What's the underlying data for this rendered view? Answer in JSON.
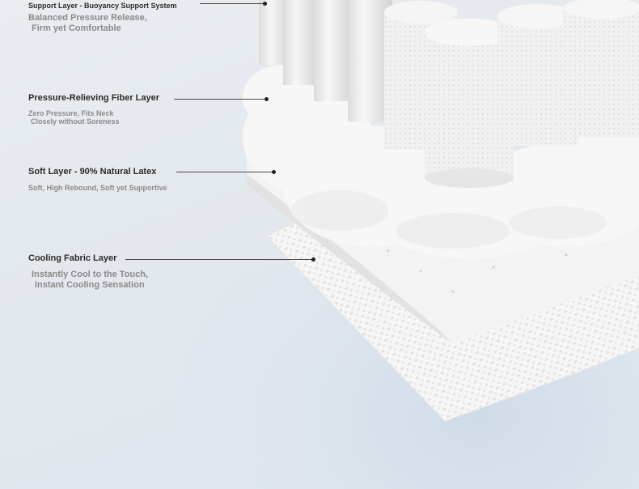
{
  "layers": [
    {
      "title": "Support Layer - Buoyancy Support System",
      "description": [
        "Balanced Pressure Release,",
        "Firm yet Comfortable"
      ]
    },
    {
      "title": "Pressure-Relieving Fiber Layer",
      "description": [
        "Zero Pressure, Fits Neck",
        "Closely without Soreness"
      ]
    },
    {
      "title": "Soft Layer - 90% Natural Latex",
      "description": [
        "Soft, High Rebound, Soft yet Supportive"
      ]
    },
    {
      "title": "Cooling Fabric Layer",
      "description": [
        "Instantly Cool to the Touch,",
        "Instant Cooling Sensation"
      ]
    }
  ],
  "colors": {
    "background": "#e4e9ef",
    "title_text": "#2b2b2b",
    "description_text": "#8a8a8a",
    "leader_line": "#4a4a4a",
    "material_white": "#f4f4f4"
  }
}
